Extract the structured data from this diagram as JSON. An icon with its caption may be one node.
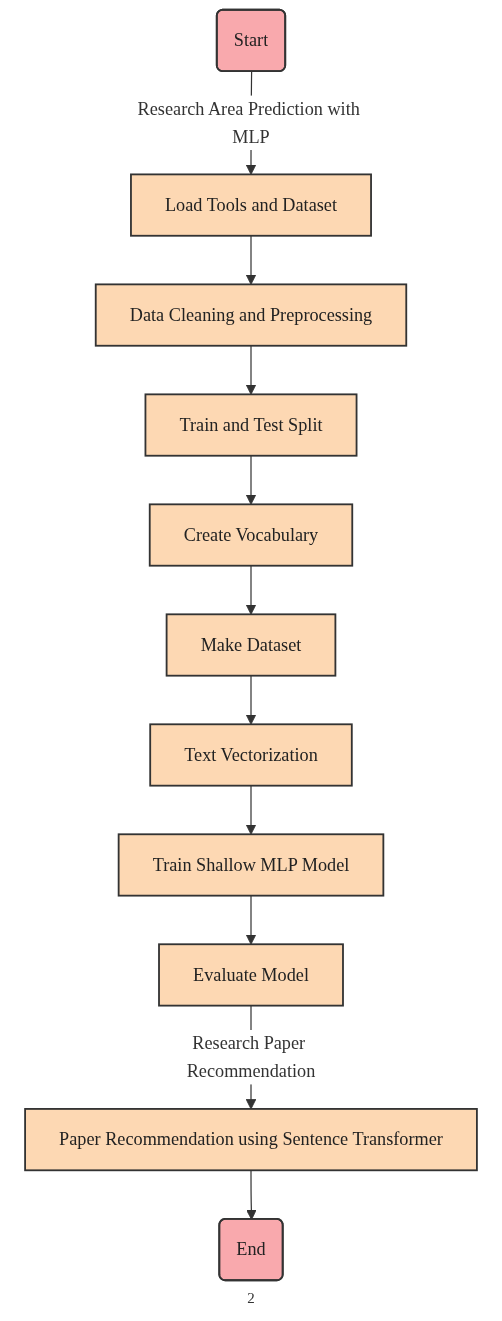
{
  "diagram": {
    "nodes": [
      {
        "text": [
          "Start"
        ]
      },
      {
        "text": [
          "Load Tools and Dataset"
        ]
      },
      {
        "text": [
          "Data Cleaning and Preprocessing"
        ]
      },
      {
        "text": [
          "Train and Test Split"
        ]
      },
      {
        "text": [
          "Create Vocabulary"
        ]
      },
      {
        "text": [
          "Make Dataset"
        ]
      },
      {
        "text": [
          "Text Vectorization"
        ]
      },
      {
        "text": [
          "Train Shallow MLP Model"
        ]
      },
      {
        "text": [
          "Evaluate Model"
        ]
      },
      {
        "text": [
          "Paper Recommendation using Sentence Transformer"
        ]
      },
      {
        "text": [
          "End"
        ]
      }
    ],
    "edges": [
      {
        "from": 0,
        "to": 1,
        "arrow": "to",
        "label": "Research Area Prediction with MLP"
      },
      {
        "from": 1,
        "to": 2,
        "arrow": "to"
      },
      {
        "from": 2,
        "to": 3,
        "arrow": "to"
      },
      {
        "from": 3,
        "to": 4,
        "arrow": "to"
      },
      {
        "from": 4,
        "to": 5,
        "arrow": "to"
      },
      {
        "from": 5,
        "to": 6,
        "arrow": "to"
      },
      {
        "from": 6,
        "to": 7,
        "arrow": "to"
      },
      {
        "from": 7,
        "to": 8,
        "arrow": "to"
      },
      {
        "from": 8,
        "to": 9,
        "arrow": "to",
        "label": "Research Paper Recommendation"
      },
      {
        "from": 9,
        "to": 10,
        "arrow": "to"
      }
    ],
    "labels": [
      "2"
    ]
  }
}
